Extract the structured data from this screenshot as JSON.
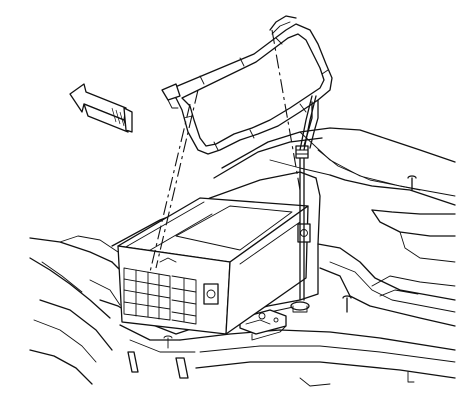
{
  "figure": {
    "subject": "battery-hold-down-retainer-installation",
    "parts": [
      "battery",
      "hold-down-retainer-frame",
      "retainer-bolt",
      "battery-tray",
      "floor-panel"
    ],
    "direction_indicator": "arrow-forward-icon",
    "colors": {
      "line": "#111111",
      "background": "#ffffff"
    }
  }
}
